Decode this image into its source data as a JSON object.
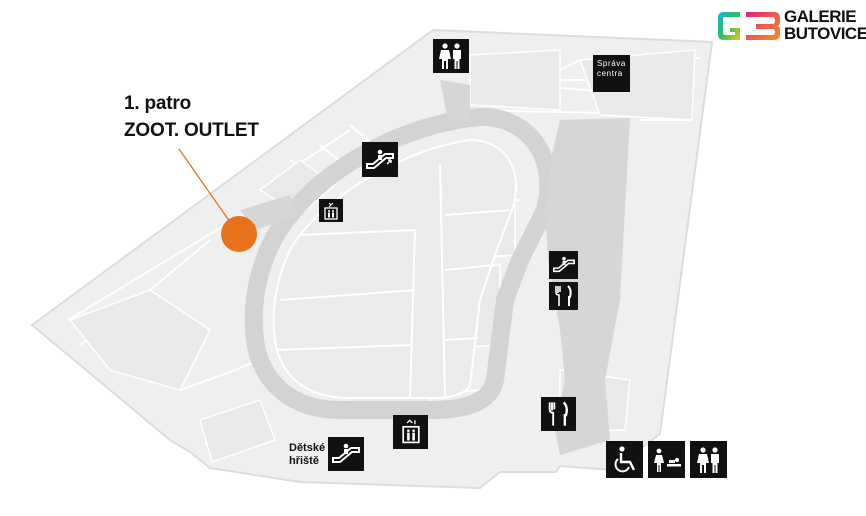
{
  "floor": {
    "level": "1. patro",
    "store": "ZOOT. OUTLET"
  },
  "logo": {
    "line1": "GALERIE",
    "line2": "BUTOVICE",
    "mark": "G3"
  },
  "labels": {
    "management": [
      "Správa",
      "centra"
    ],
    "playground": [
      "Dětské",
      "hřiště"
    ]
  },
  "colors": {
    "marker": "#E8711C",
    "corridor": "#d3d3d3",
    "floor": "#efefef",
    "icon_bg": "#111111"
  },
  "icons": [
    "toilets-icon",
    "management-office",
    "escalator-icon",
    "elevator-icon",
    "escalator-icon",
    "restaurant-icon",
    "elevator-icon",
    "restaurant-icon",
    "escalator-icon",
    "wheelchair-icon",
    "baby-changing-icon",
    "toilets-icon"
  ]
}
